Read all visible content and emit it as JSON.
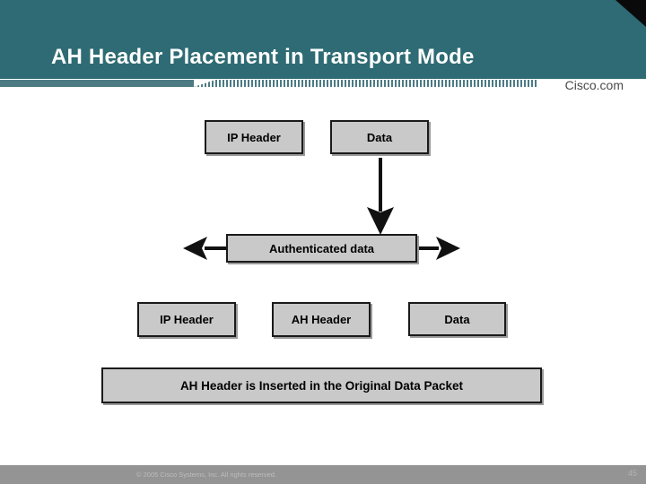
{
  "header": {
    "title": "AH Header Placement in Transport Mode",
    "brand": "Cisco.com"
  },
  "diagram": {
    "top_row": {
      "box1": "IP Header",
      "box2": "Data"
    },
    "middle": {
      "box": "Authenticated data"
    },
    "bottom_row": {
      "box1": "IP Header",
      "box2": "AH Header",
      "box3": "Data"
    },
    "caption": "AH Header is Inserted in the Original Data Packet"
  },
  "footer": {
    "copyright": "© 2005 Cisco Systems, Inc. All rights reserved.",
    "page_number": "45"
  },
  "colors": {
    "header_teal": "#2E6B74",
    "ticker_teal": "#4C7B84",
    "corner_black": "#0A0A0A",
    "box_fill": "#C9C9C9",
    "box_border": "#1A1A1A",
    "footer_gray": "#949494",
    "brand_text": "#4A4A4A"
  }
}
